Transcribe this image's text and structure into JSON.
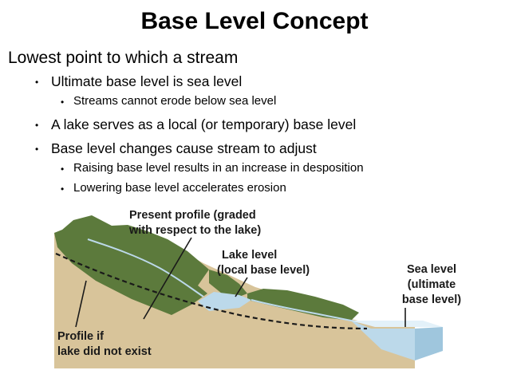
{
  "slide": {
    "title": "Base Level Concept",
    "main_point": "Lowest point to which a stream",
    "bullets": [
      {
        "text": "Ultimate base level is sea level",
        "sub": [
          "Streams cannot erode below sea level"
        ]
      },
      {
        "text": "A lake serves as a local (or temporary) base level",
        "sub": []
      },
      {
        "text": "Base level changes cause stream to adjust",
        "sub": [
          "Raising base level results in an increase in desposition",
          "Lowering base level accelerates erosion"
        ]
      }
    ],
    "bullet_glyph": "•"
  },
  "figure": {
    "labels": {
      "present_profile": [
        "Present profile (graded",
        "with respect to the lake)"
      ],
      "lake_level": [
        "Lake level",
        "(local base level)"
      ],
      "sea_level": [
        "Sea level",
        "(ultimate",
        "base level)"
      ],
      "profile_if": [
        "Profile if",
        "lake did not exist"
      ]
    },
    "colors": {
      "ground": "#d8c49a",
      "vegetation": "#5c7a3c",
      "water": "#bcd9ea",
      "text": "#1a1a1a"
    }
  }
}
